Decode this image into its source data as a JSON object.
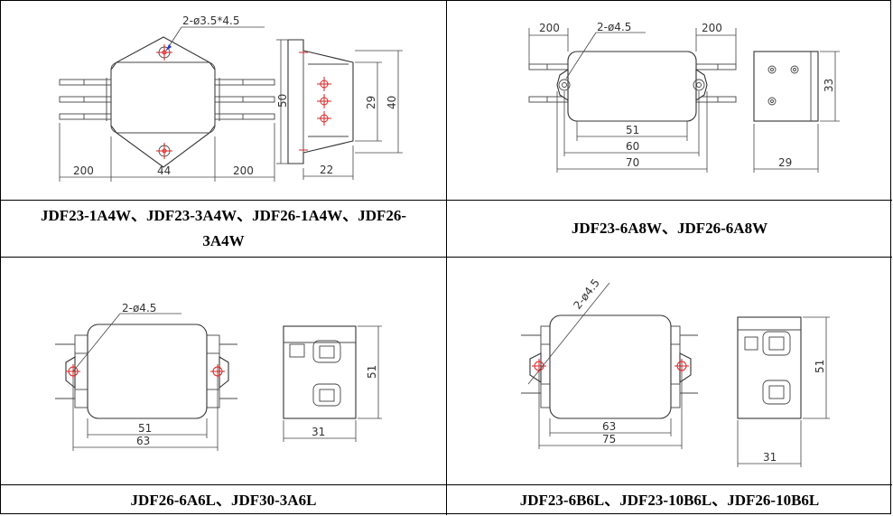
{
  "cells": [
    {
      "caption": "JDF23-1A4W、JDF23-3A4W、JDF26-1A4W、JDF26-3A4W",
      "labels": {
        "hole": "2-ø3.5*4.5",
        "w_left": "200",
        "w_center": "44",
        "w_right": "200",
        "h_front": "50",
        "side_h": "29",
        "side_total": "40",
        "side_w": "22"
      }
    },
    {
      "caption": "JDF23-6A8W、JDF26-6A8W",
      "labels": {
        "lead_left": "200",
        "hole": "2-ø4.5",
        "lead_right": "200",
        "w_body": "51",
        "w_holes": "60",
        "w_total": "70",
        "side_h": "33",
        "side_w": "29"
      }
    },
    {
      "caption": "JDF26-6A6L、JDF30-3A6L",
      "labels": {
        "hole": "2-ø4.5",
        "w_body": "51",
        "w_total": "63",
        "side_h": "51",
        "side_w": "31"
      }
    },
    {
      "caption": "JDF23-6B6L、JDF23-10B6L、JDF26-10B6L",
      "labels": {
        "hole": "2-ø4.5",
        "w_body": "63",
        "w_total": "75",
        "side_h": "51",
        "side_w": "31"
      }
    }
  ]
}
